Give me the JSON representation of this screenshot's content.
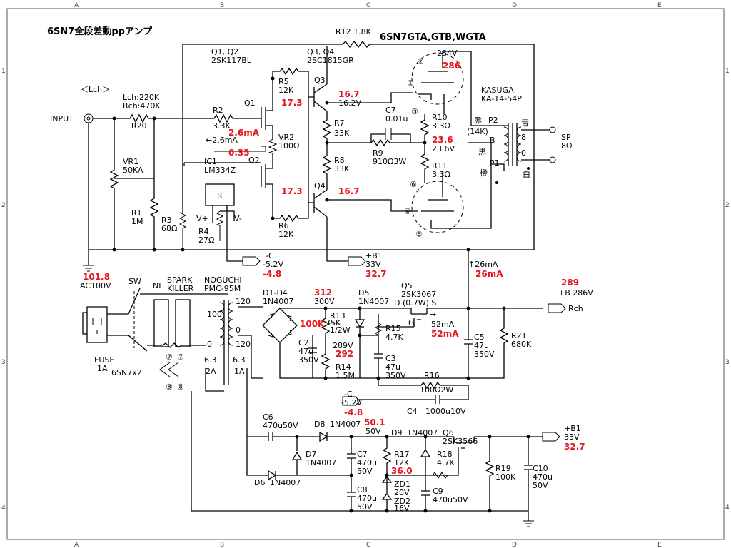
{
  "title": "6SN7全段差動ppアンプ",
  "tubes": "6SN7GTA,GTB,WGTA",
  "grid_cols": [
    "A",
    "B",
    "C",
    "D",
    "E"
  ],
  "grid_rows": [
    "1",
    "2",
    "3",
    "4"
  ],
  "labels": {
    "r12": "R12 1.8K",
    "q1q2": "Q1, Q2",
    "q1q2_part": "2SK117BL",
    "q3q4": "Q3, Q4",
    "q3q4_part": "2SC1815GR",
    "v284": "284V",
    "lch": "＜Lch＞",
    "lch_val": "Lch:220K",
    "rch_val": "Rch:470K",
    "input": "INPUT",
    "r20": "R20",
    "r2": "R2",
    "r2_val": "3.3K",
    "q1": "Q1",
    "q2": "Q2",
    "q3": "Q3",
    "q4": "Q4",
    "r5": "R5",
    "r5_val": "12K",
    "r6": "R6",
    "r6_val": "12K",
    "v162": "16.2V",
    "c7": "C7",
    "c7_val": "0.01u",
    "r10": "R10",
    "r10_val": "3.3Ω",
    "r7": "R7",
    "r7_val": "33K",
    "r8": "R8",
    "r8_val": "33K",
    "r9": "R9",
    "r9_val": "910Ω3W",
    "r11": "R11",
    "r11_val": "3.3Ω",
    "v236": "23.6V",
    "vr1": "VR1",
    "vr1_val": "50KA",
    "vr2": "VR2",
    "vr2_val": "100Ω",
    "i26": "←2.6mA",
    "ic1": "IC1",
    "ic1_part": "LM334Z",
    "r_box": "R",
    "vplus": "V+",
    "vminus": "V-",
    "r1": "R1",
    "r1_val": "1M",
    "r3": "R3",
    "r3_val": "68Ω",
    "r4": "R4",
    "r4_val": "27Ω",
    "kasuga": "KASUGA",
    "kasuga_part": "KA-14-54P",
    "aka": "赤",
    "p2": "P2",
    "k14": "(14K)",
    "b": "B",
    "kuro": "黒",
    "p1": "P1",
    "dai": "橙",
    "ao": "青",
    "shiro": "白",
    "t8": "8",
    "t0": "0",
    "sp": "SP",
    "sp_val": "8Ω",
    "neg_c": "-C",
    "neg_c_val": "-5.2V",
    "b1": "+B1",
    "b1_val": "33V",
    "i26up": "↑26mA",
    "ac": "AC100V",
    "sw": "SW",
    "nl": "NL",
    "spark": "SPARK",
    "killer": "KILLER",
    "noguchi": "NOGUCHI",
    "pmc": "PMC-95M",
    "t100": "100",
    "t0b": "0",
    "t120a": "120",
    "t0c": "0",
    "t120b": "120",
    "t63a": "6.3",
    "t63b": "6.3",
    "t2a": "2A",
    "t1a": "1A",
    "fuse": "FUSE",
    "fuse_val": "1A",
    "heater": "6SN7x2",
    "d1d4": "D1-D4",
    "d1d4_part": "1N4007",
    "v300": "300V",
    "r13": "R13",
    "r13_val": "1/2W",
    "r13_old": "75K",
    "d5": "D5",
    "d5_part": "1N4007",
    "q5": "Q5",
    "q5_part": "2SK3067",
    "q5_pins": "D (0.7W) S",
    "g": "G",
    "i52": "→",
    "i52v": "52mA",
    "r15": "R15",
    "r15_val": "4.7K",
    "c2": "C2",
    "c2_val": "47u",
    "c2_v": "350V",
    "v289": "289V",
    "c3": "C3",
    "c3_val": "47u",
    "c3_v": "350V",
    "r14": "R14",
    "r14_val": "1.5M",
    "r16": "R16",
    "r16_val": "100Ω2W",
    "c4": "C4",
    "c4_val": "1000u10V",
    "c5": "C5",
    "c5_val": "47u",
    "c5_v": "350V",
    "r21": "R21",
    "r21_val": "680K",
    "b286": "+B 286V",
    "rch": "Rch",
    "c6": "C6",
    "c6_val": "470u50V",
    "d8": "D8",
    "d8_part": "1N4007",
    "v50": "50V",
    "d9": "D9",
    "d9_part": "1N4007",
    "q6": "Q6",
    "q6_part": "2SK3566",
    "d7": "D7",
    "d7_part": "1N4007",
    "c7b": "C7",
    "c7b_val": "470u",
    "c7b_v": "50V",
    "r17": "R17",
    "r17_val": "12K",
    "r18": "R18",
    "r18_val": "4.7K",
    "r19": "R19",
    "r19_val": "100K",
    "c10": "C10",
    "c10_val": "470u",
    "c10_v": "50V",
    "d6": "D6",
    "d6_part": "1N4007",
    "c8": "C8",
    "c8_val": "470u",
    "c8_v": "50V",
    "zd1": "ZD1",
    "zd1_val": "20V",
    "zd2": "ZD2",
    "zd2_val": "16V",
    "c9": "C9",
    "c9_val": "470u50V",
    "pin1": "①",
    "pin2": "②",
    "pin3": "③",
    "pin4": "④",
    "pin5": "⑤",
    "pin6": "⑥",
    "pin7a": "⑦",
    "pin7b": "⑦",
    "pin8a": "⑧",
    "pin8b": "⑧"
  },
  "measured": {
    "m286": "286",
    "m167a": "16.7",
    "m173a": "17.3",
    "m26": "2.6mA",
    "m035": "0.35",
    "m236": "23.6",
    "m173b": "17.3",
    "m167b": "16.7",
    "m48a": "-4.8",
    "m327a": "32.7",
    "m26ma": "26mA",
    "m1018": "101.8",
    "m312": "312",
    "m100k": "100K",
    "m289": "289",
    "m292": "292",
    "m52": "52mA",
    "m48b": "-4.8",
    "m501": "50.1",
    "m360": "36.0",
    "m327b": "32.7"
  },
  "colors": {
    "measured": "#e8131b",
    "line": "#000000"
  }
}
